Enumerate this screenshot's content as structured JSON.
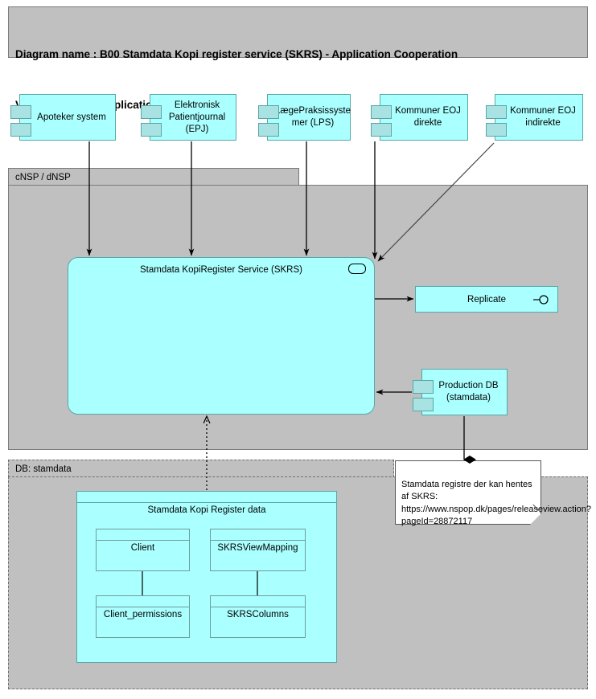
{
  "header": {
    "line1": "Diagram name : B00 Stamdata Kopi register service (SKRS) - Application Cooperation",
    "line2": "Viewpoint         : Application Cooperation"
  },
  "colors": {
    "component_fill": "#aaffff",
    "component_tab": "#a9e2e2",
    "component_stroke": "#5aa6a6",
    "container_fill": "#c0c0c0",
    "container_stroke": "#7a7a7a",
    "note_fill": "#ffffff",
    "connector": "#000000",
    "page_background": "#ffffff"
  },
  "external_systems": [
    {
      "label": "Apoteker system",
      "icon": "component-icon"
    },
    {
      "label": "Elektronisk\nPatientjournal\n(EPJ)",
      "icon": "component-icon"
    },
    {
      "label": "LægePraksissyste\nmer (LPS)",
      "icon": "component-icon"
    },
    {
      "label": "Kommuner EOJ\ndirekte",
      "icon": "component-icon"
    },
    {
      "label": "Kommuner EOJ\nindirekte",
      "icon": "component-icon"
    }
  ],
  "nsp_container": {
    "label": "cNSP / dNSP",
    "service": {
      "label": "Stamdata KopiRegister Service (SKRS)",
      "interface_icon": "application-interface-icon"
    },
    "replicate": {
      "label": "Replicate",
      "interface_icon": "lollipop-interface-icon"
    },
    "production_db": {
      "label": "Production DB\n(stamdata)",
      "icon": "component-icon"
    }
  },
  "db_container": {
    "label": "DB: stamdata",
    "package": {
      "title": "Stamdata Kopi Register data",
      "entities": [
        {
          "name": "Client"
        },
        {
          "name": "SKRSViewMapping"
        },
        {
          "name": "Client_permissions"
        },
        {
          "name": "SKRSColumns"
        }
      ]
    }
  },
  "note": {
    "text": "Stamdata registre der kan hentes af SKRS: https://www.nspop.dk/pages/releaseview.action?pageId=28872117"
  },
  "connectors": [
    {
      "from": "Apoteker system",
      "to": "Stamdata KopiRegister Service (SKRS)",
      "style": "solid-arrow"
    },
    {
      "from": "Elektronisk Patientjournal (EPJ)",
      "to": "Stamdata KopiRegister Service (SKRS)",
      "style": "solid-arrow"
    },
    {
      "from": "LægePraksissystemer (LPS)",
      "to": "Stamdata KopiRegister Service (SKRS)",
      "style": "solid-arrow"
    },
    {
      "from": "Kommuner EOJ direkte",
      "to": "Stamdata KopiRegister Service (SKRS)",
      "style": "solid-arrow"
    },
    {
      "from": "Kommuner EOJ indirekte",
      "to": "Stamdata KopiRegister Service (SKRS)",
      "style": "solid-arrow"
    },
    {
      "from": "Stamdata KopiRegister Service (SKRS)",
      "to": "Replicate",
      "style": "solid-arrow"
    },
    {
      "from": "Production DB (stamdata)",
      "to": "Stamdata KopiRegister Service (SKRS)",
      "style": "solid-arrow"
    },
    {
      "from": "Production DB (stamdata)",
      "to": "note",
      "style": "composition-diamond"
    },
    {
      "from": "Stamdata Kopi Register data",
      "to": "Stamdata KopiRegister Service (SKRS)",
      "style": "dotted-open-arrow"
    },
    {
      "from": "Client",
      "to": "Client_permissions",
      "style": "plain-line"
    },
    {
      "from": "SKRSViewMapping",
      "to": "SKRSColumns",
      "style": "plain-line"
    }
  ]
}
